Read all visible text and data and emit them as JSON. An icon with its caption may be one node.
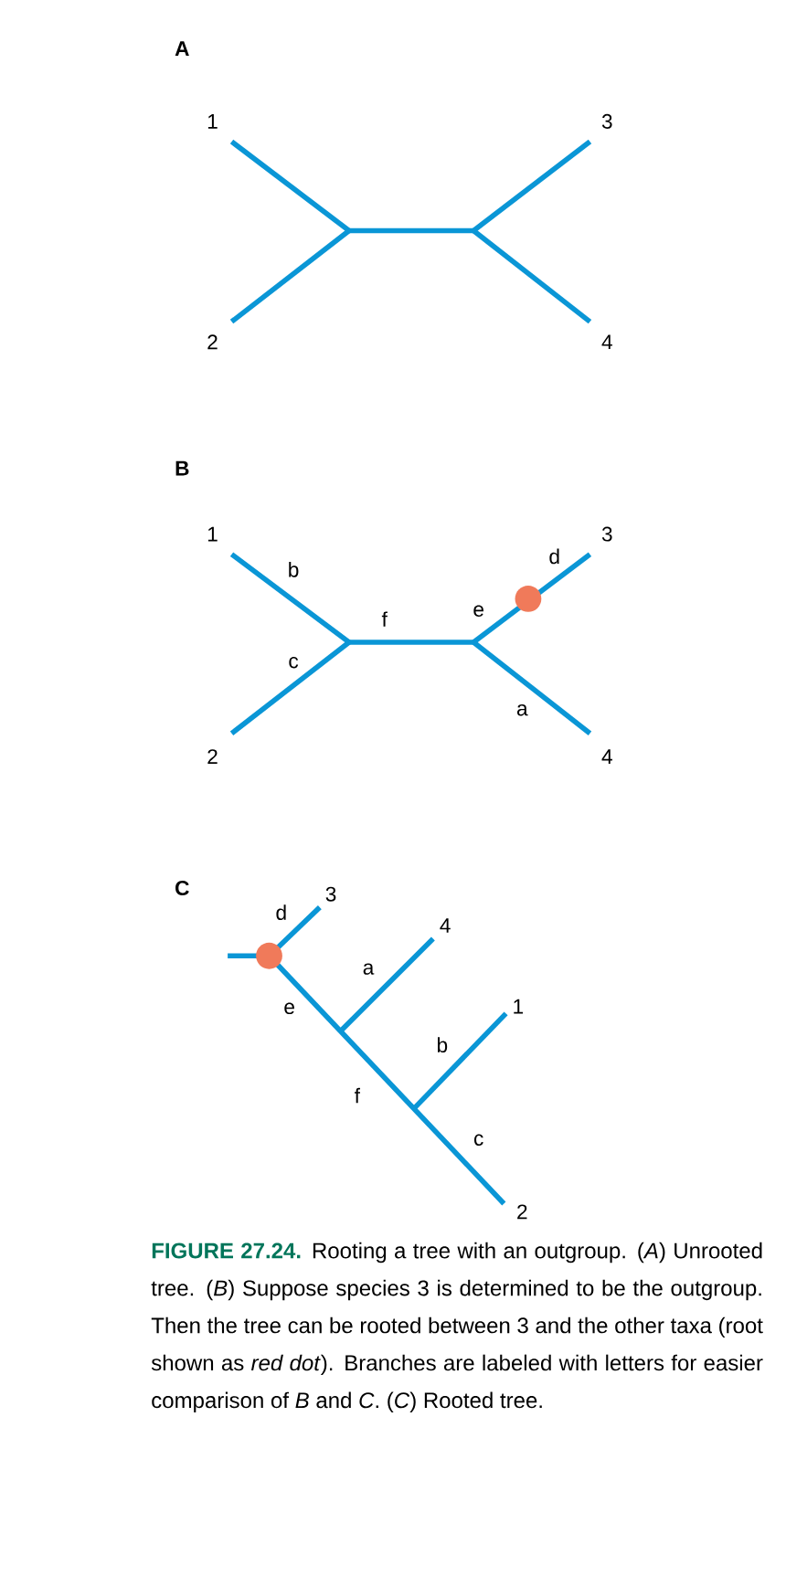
{
  "diagram": {
    "title": "FIGURE 27.24.",
    "caption": "Rooting a tree with an outgroup. (*A*) Unrooted tree. (*B*) Suppose species 3 is determined to be the outgroup. Then the tree can be rooted between 3 and the other taxa (root shown as *red dot*). Branches are labeled with letters for easier comparison of *B* and *C*. (*C*) Rooted tree.",
    "labels": [
      "A",
      "1",
      "3",
      "2",
      "4",
      "B",
      "1",
      "3",
      "b",
      "d",
      "f",
      "e",
      "c",
      "a",
      "2",
      "4",
      "C",
      "3",
      "d",
      "4",
      "a",
      "e",
      "1",
      "b",
      "f",
      "c",
      "2"
    ]
  }
}
